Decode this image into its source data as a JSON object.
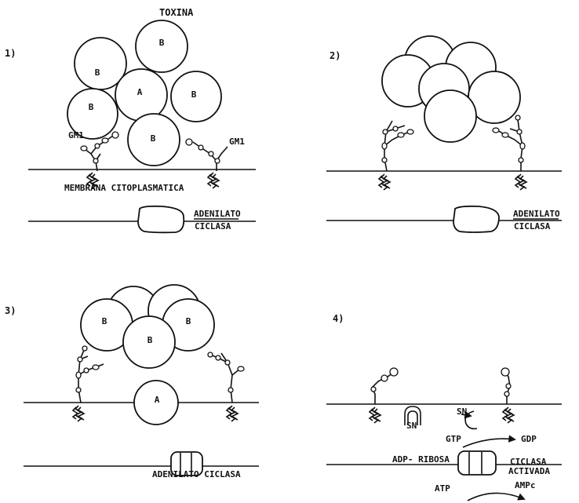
{
  "panel1": {
    "number": "1)",
    "title": "TOXINA",
    "subunit_b": "B",
    "subunit_a": "A",
    "receptor_left": "GM1",
    "receptor_right": "GM1",
    "membrane_label": "MEMBRANA CITOPLASMATICA",
    "enzyme_line1": "ADENILATO",
    "enzyme_line2": "CICLASA"
  },
  "panel2": {
    "number": "2)",
    "enzyme_line1": "ADENILATO",
    "enzyme_line2": "CICLASA"
  },
  "panel3": {
    "number": "3)",
    "subunit_b": "B",
    "subunit_a": "A",
    "enzyme_label": "ADENILATO CICLASA"
  },
  "panel4": {
    "number": "4)",
    "sn_left": "SN",
    "sn_right": "SN",
    "gtp": "GTP",
    "gdp": "GDP",
    "adp_ribosa": "ADP- RIBOSA",
    "ciclasa": "CICLASA",
    "activada": "ACTIVADA",
    "atp": "ATP",
    "ampc": "AMPc"
  }
}
